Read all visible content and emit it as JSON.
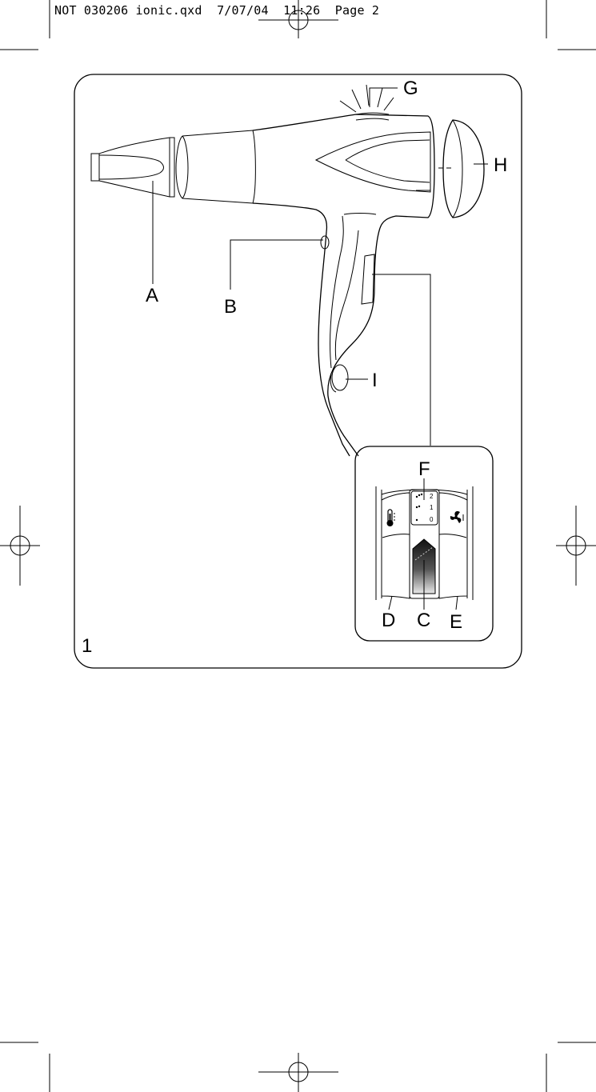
{
  "header": {
    "slug": "NOT 030206 ionic.qxd  7/07/04  11:26  Page 2"
  },
  "figure": {
    "number": "1",
    "labels": {
      "a": "A",
      "b": "B",
      "c": "C",
      "d": "D",
      "e": "E",
      "f": "F",
      "g": "G",
      "h": "H",
      "i": "I"
    },
    "switch_scale": [
      "2",
      "1",
      "0"
    ]
  },
  "icons": {
    "heat": "thermometer-icon",
    "speed": "fan-icon"
  }
}
